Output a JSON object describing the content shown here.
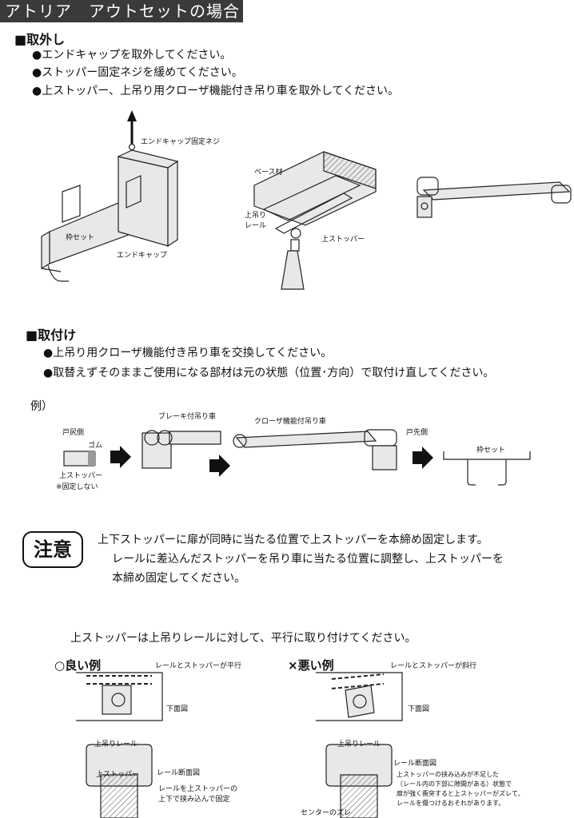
{
  "header": {
    "title": "アトリア　アウトセットの場合"
  },
  "removal": {
    "heading": "■取外し",
    "steps": [
      "●エンドキャップを取外してください。",
      "●ストッパー固定ネジを緩めてください。",
      "●上ストッパー、上吊り用クローザ機能付き吊り車を取外してください。"
    ],
    "labels": {
      "end_cap_screw": "エンドキャップ固定ネジ",
      "frame_set": "枠セット",
      "end_cap": "エンドキャップ",
      "base_material": "ベース材",
      "upper_rail": "上吊り\nレール",
      "upper_stopper": "上ストッパー"
    }
  },
  "install": {
    "heading": "■取付け",
    "steps": [
      "●上吊り用クローザ機能付き吊り車を交換してください。",
      "●取替えずそのままご使用になる部材は元の状態（位置･方向）で取付け直してください。"
    ],
    "example": {
      "label": "例）",
      "door_back_side": "戸尻側",
      "rubber": "ゴム",
      "upper_stopper": "上ストッパー",
      "not_fixed": "※固定しない",
      "brake_roller": "ブレーキ付吊り車",
      "closer_roller": "クローザ機能付吊り車",
      "door_front_side": "戸先側",
      "frame_set": "枠セット"
    }
  },
  "notice": {
    "badge": "注意",
    "lines": [
      "上下ストッパーに扉が同時に当たる位置で上ストッパーを本締め固定します。",
      "レールに差込んだストッパーを吊り車に当たる位置に調整し、上ストッパーを",
      "本締め固定してください。"
    ]
  },
  "parallel": {
    "instruction": "上ストッパーは上吊りレールに対して、平行に取り付けてください。",
    "good": {
      "title": "○良い例",
      "note_top": "レールとストッパーが平行",
      "bottom_view": "下面図",
      "rail_label": "上吊りレール",
      "section_label": "レール断面図",
      "stopper_label": "上ストッパー",
      "hold_note": "レールを上ストッパーの\n上下で挟み込んで固定"
    },
    "bad": {
      "title": "×悪い例",
      "note_top": "レールとストッパーが斜行",
      "bottom_view": "下面図",
      "rail_label": "上吊りレール",
      "section_label": "レール断面図",
      "center_shift": "センターのズレ",
      "warning": "上ストッパーの挟み込みが不足した\n（レール内の下部に隙間がある）状態で\n扉が強く衝突すると上ストッパーがズレて、\nレールを傷つけるおそれがあります。"
    }
  }
}
